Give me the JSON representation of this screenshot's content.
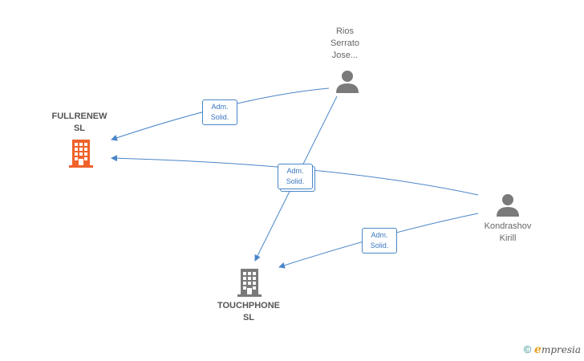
{
  "nodes": {
    "fullrenew": {
      "line1": "FULLRENEW",
      "line2": "SL",
      "color": "#f0622a",
      "icon": "building-icon"
    },
    "touchphone": {
      "line1": "TOUCHPHONE",
      "line2": "SL",
      "color": "#7a7a7a",
      "icon": "building-icon"
    },
    "rios": {
      "line1": "Rios",
      "line2": "Serrato",
      "line3": "Jose...",
      "color": "#7a7a7a",
      "icon": "person-icon"
    },
    "kondrashov": {
      "line1": "Kondrashov",
      "line2": "Kirill",
      "color": "#7a7a7a",
      "icon": "person-icon"
    }
  },
  "edges": [
    {
      "from": "rios",
      "to": "fullrenew",
      "role_line1": "Adm.",
      "role_line2": "Solid."
    },
    {
      "from": "rios",
      "to": "touchphone",
      "role_line1": "Adm.",
      "role_line2": "Solid."
    },
    {
      "from": "kondrashov",
      "to": "fullrenew",
      "role_line1": "Adm.",
      "role_line2": "Solid."
    },
    {
      "from": "kondrashov",
      "to": "touchphone",
      "role_line1": "Adm.",
      "role_line2": "Solid."
    }
  ],
  "edge_color": "#4a86c8",
  "footer": {
    "copyright_symbol": "©",
    "brand_first": "e",
    "brand_rest": "mpresia"
  }
}
